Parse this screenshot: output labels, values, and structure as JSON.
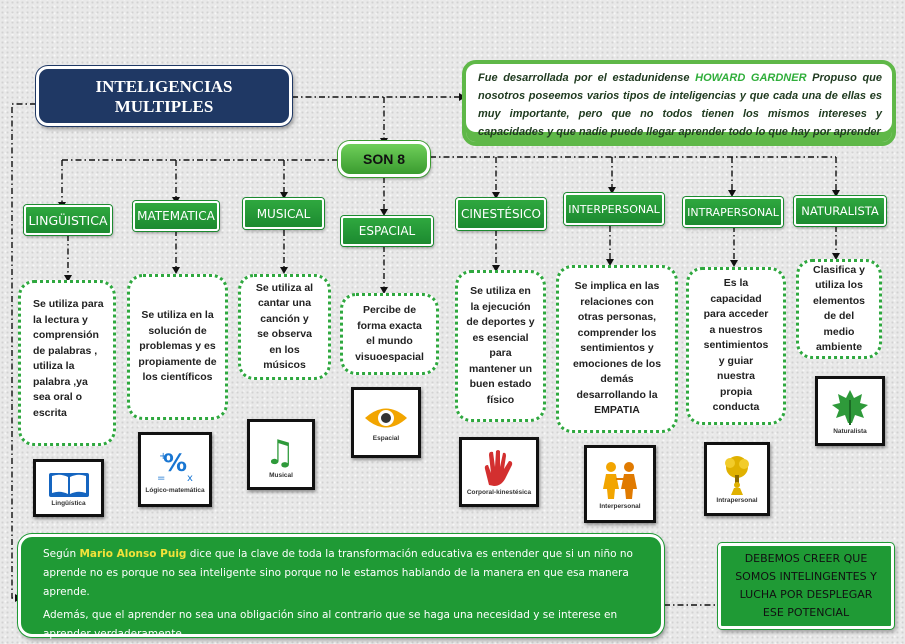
{
  "title": {
    "line1": "INTELIGENCIAS",
    "line2": "MULTIPLES"
  },
  "intro": {
    "before": "Fue desarrollada por el estadunidense ",
    "highlight": "HOWARD GARDNER",
    "after": " Propuso que nosotros poseemos varios tipos de inteligencias y que cada una de ellas es muy importante, pero que no todos tienen los mismos intereses y capacidades y que nadie puede llegar aprender todo lo que hay por aprender"
  },
  "hub": {
    "label": "SON 8"
  },
  "intelligences": [
    {
      "name": "LINGÜISTICA",
      "desc": "Se utiliza para la lectura y comprensión de palabras , utiliza la palabra ,ya sea oral o escrita",
      "icon_name": "book-icon",
      "icon_caption": "Lingüística",
      "icon_color": "#1565c0"
    },
    {
      "name": "MATEMATICA",
      "desc": "Se utiliza en la solución de problemas y es propiamente de los científicos",
      "icon_name": "percent-icon",
      "icon_caption": "Lógico-matemática",
      "icon_color": "#1976d2"
    },
    {
      "name": "MUSICAL",
      "desc": "Se utiliza al cantar una canción y se observa en los músicos",
      "icon_name": "music-note-icon",
      "icon_caption": "Musical",
      "icon_color": "#2e9a3a"
    },
    {
      "name": "ESPACIAL",
      "desc": "Percibe de forma exacta el mundo visuoespacial",
      "icon_name": "eye-icon",
      "icon_caption": "Espacial",
      "icon_color": "#f2a500"
    },
    {
      "name": "CINESTÉSICO",
      "desc": "Se utiliza en la ejecución de deportes y es esencial para mantener un buen estado físico",
      "icon_name": "hand-icon",
      "icon_caption": "Corporal-kinestésica",
      "icon_color": "#d32f2f"
    },
    {
      "name": "INTERPERSONAL",
      "desc": "Se implica en las relaciones con otras personas, comprender los sentimientos y emociones de los demás desarrollando la EMPATIA",
      "icon_name": "people-icon",
      "icon_caption": "Interpersonal",
      "icon_color": "#f2a500"
    },
    {
      "name": "INTRAPERSONAL",
      "desc": "Es la capacidad para acceder a nuestros sentimientos y guiar nuestra propia conducta",
      "icon_name": "person-tree-icon",
      "icon_caption": "Intrapersonal",
      "icon_color": "#e0b100"
    },
    {
      "name": "NATURALISTA",
      "desc": "Clasifica y utiliza los elementos de del medio ambiente",
      "icon_name": "leaf-icon",
      "icon_caption": "Naturalista",
      "icon_color": "#2e9a3a"
    }
  ],
  "bottom": {
    "p1_before": "Según ",
    "p1_highlight": "Mario Alonso Puig",
    "p1_after": " dice que la clave de toda la transformación educativa es entender que si un niño no aprende no es porque no sea inteligente sino porque no le estamos hablando de la manera en que esa manera aprende.",
    "p2": "Además, que el aprender no sea una obligación sino al contrario que se haga una necesidad y se interese en aprender verdaderamente"
  },
  "conclusion": "DEBEMOS CREER QUE SOMOS INTELINGENTES Y LUCHA POR DESPLEGAR ESE POTENCIAL"
}
